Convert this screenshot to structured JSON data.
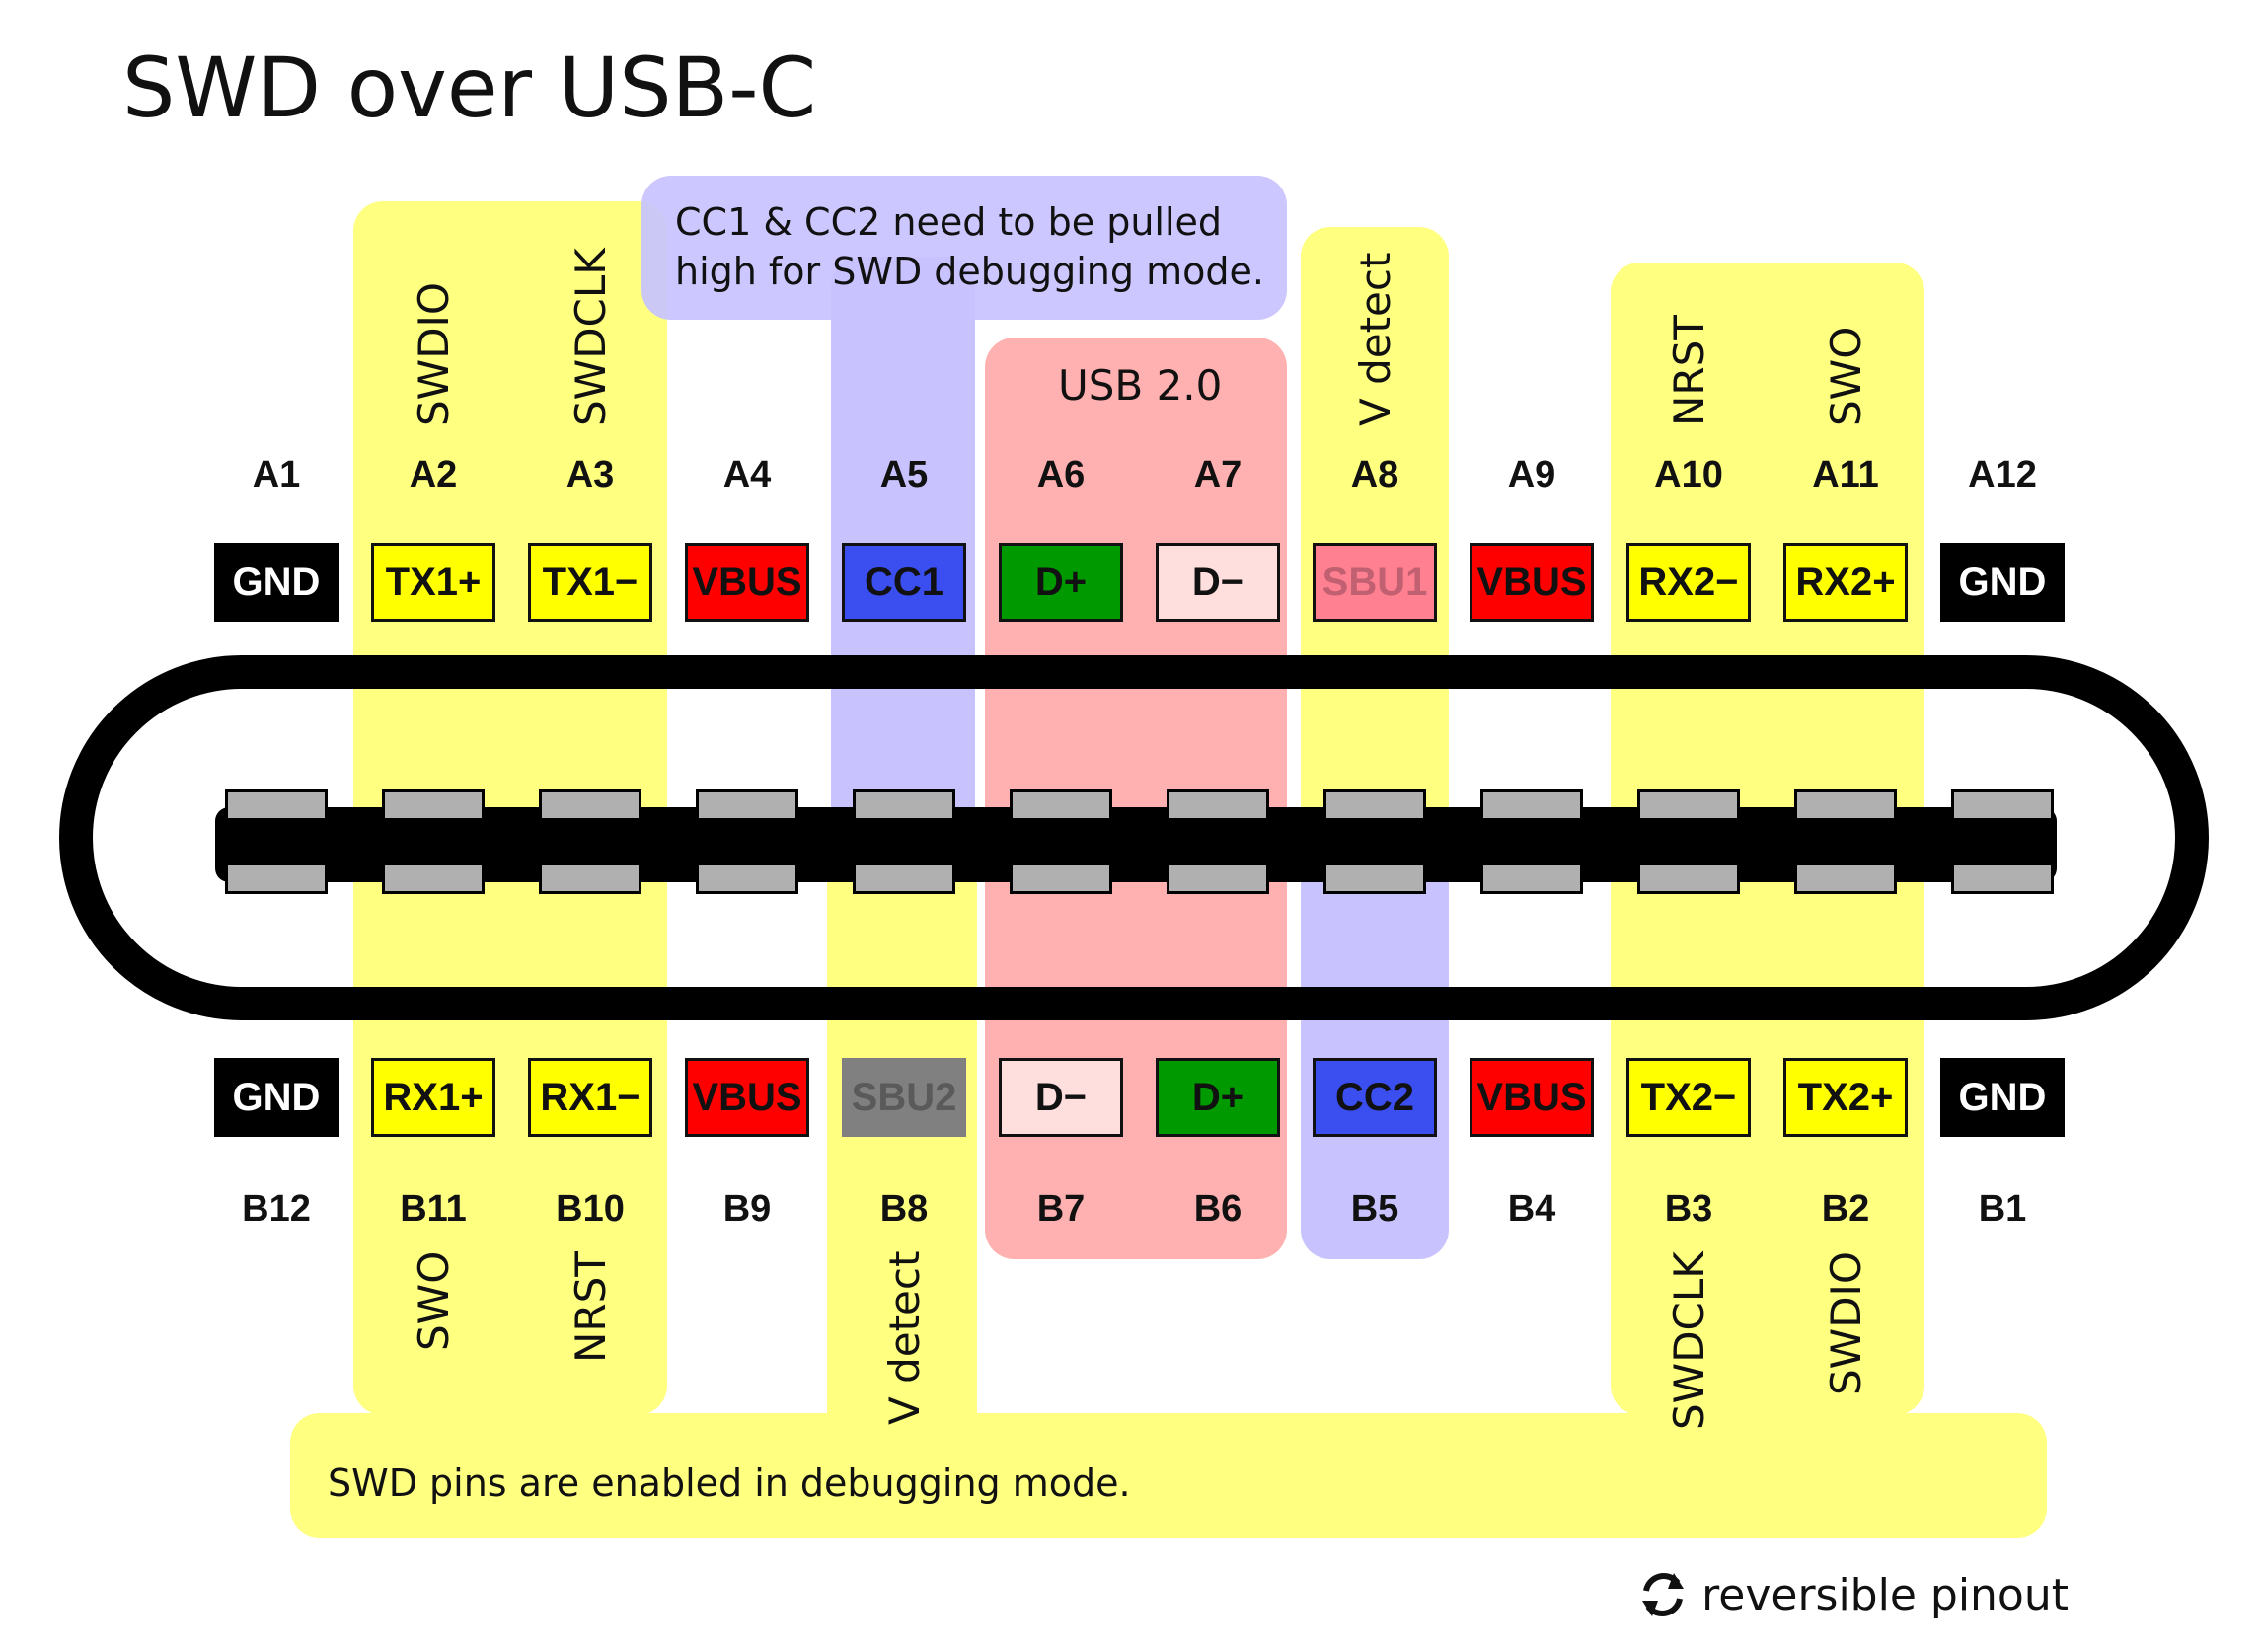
{
  "title": "SWD over USB-C",
  "notes": {
    "cc": "CC1 & CC2 need to be pulled high for SWD debugging mode.",
    "swd": "SWD pins are enabled in debugging mode.",
    "usb2": "USB 2.0",
    "legend": "reversible pinout"
  },
  "colors": {
    "yellow_band": "#ffff80",
    "purple_band": "#c8c3ff",
    "pink_band": "#ffb0b0",
    "gnd": "#000000",
    "vbus": "#ff0000",
    "cc": "#3b4ef0",
    "dplus": "#009900",
    "dminus": "#ffdede",
    "tx_rx": "#ffff00",
    "sbu1": "#ff8090",
    "sbu2": "#808080"
  },
  "top_row": [
    {
      "num": "A1",
      "name": "GND",
      "func": ""
    },
    {
      "num": "A2",
      "name": "TX1+",
      "func": "SWDIO"
    },
    {
      "num": "A3",
      "name": "TX1−",
      "func": "SWDCLK"
    },
    {
      "num": "A4",
      "name": "VBUS",
      "func": ""
    },
    {
      "num": "A5",
      "name": "CC1",
      "func": ""
    },
    {
      "num": "A6",
      "name": "D+",
      "func": ""
    },
    {
      "num": "A7",
      "name": "D−",
      "func": ""
    },
    {
      "num": "A8",
      "name": "SBU1",
      "func": "V detect"
    },
    {
      "num": "A9",
      "name": "VBUS",
      "func": ""
    },
    {
      "num": "A10",
      "name": "RX2−",
      "func": "NRST"
    },
    {
      "num": "A11",
      "name": "RX2+",
      "func": "SWO"
    },
    {
      "num": "A12",
      "name": "GND",
      "func": ""
    }
  ],
  "bottom_row": [
    {
      "num": "B12",
      "name": "GND",
      "func": ""
    },
    {
      "num": "B11",
      "name": "RX1+",
      "func": "SWO"
    },
    {
      "num": "B10",
      "name": "RX1−",
      "func": "NRST"
    },
    {
      "num": "B9",
      "name": "VBUS",
      "func": ""
    },
    {
      "num": "B8",
      "name": "SBU2",
      "func": "V detect"
    },
    {
      "num": "B7",
      "name": "D−",
      "func": ""
    },
    {
      "num": "B6",
      "name": "D+",
      "func": ""
    },
    {
      "num": "B5",
      "name": "CC2",
      "func": ""
    },
    {
      "num": "B4",
      "name": "VBUS",
      "func": ""
    },
    {
      "num": "B3",
      "name": "TX2−",
      "func": "SWDCLK"
    },
    {
      "num": "B2",
      "name": "TX2+",
      "func": "SWDIO"
    },
    {
      "num": "B1",
      "name": "GND",
      "func": ""
    }
  ]
}
